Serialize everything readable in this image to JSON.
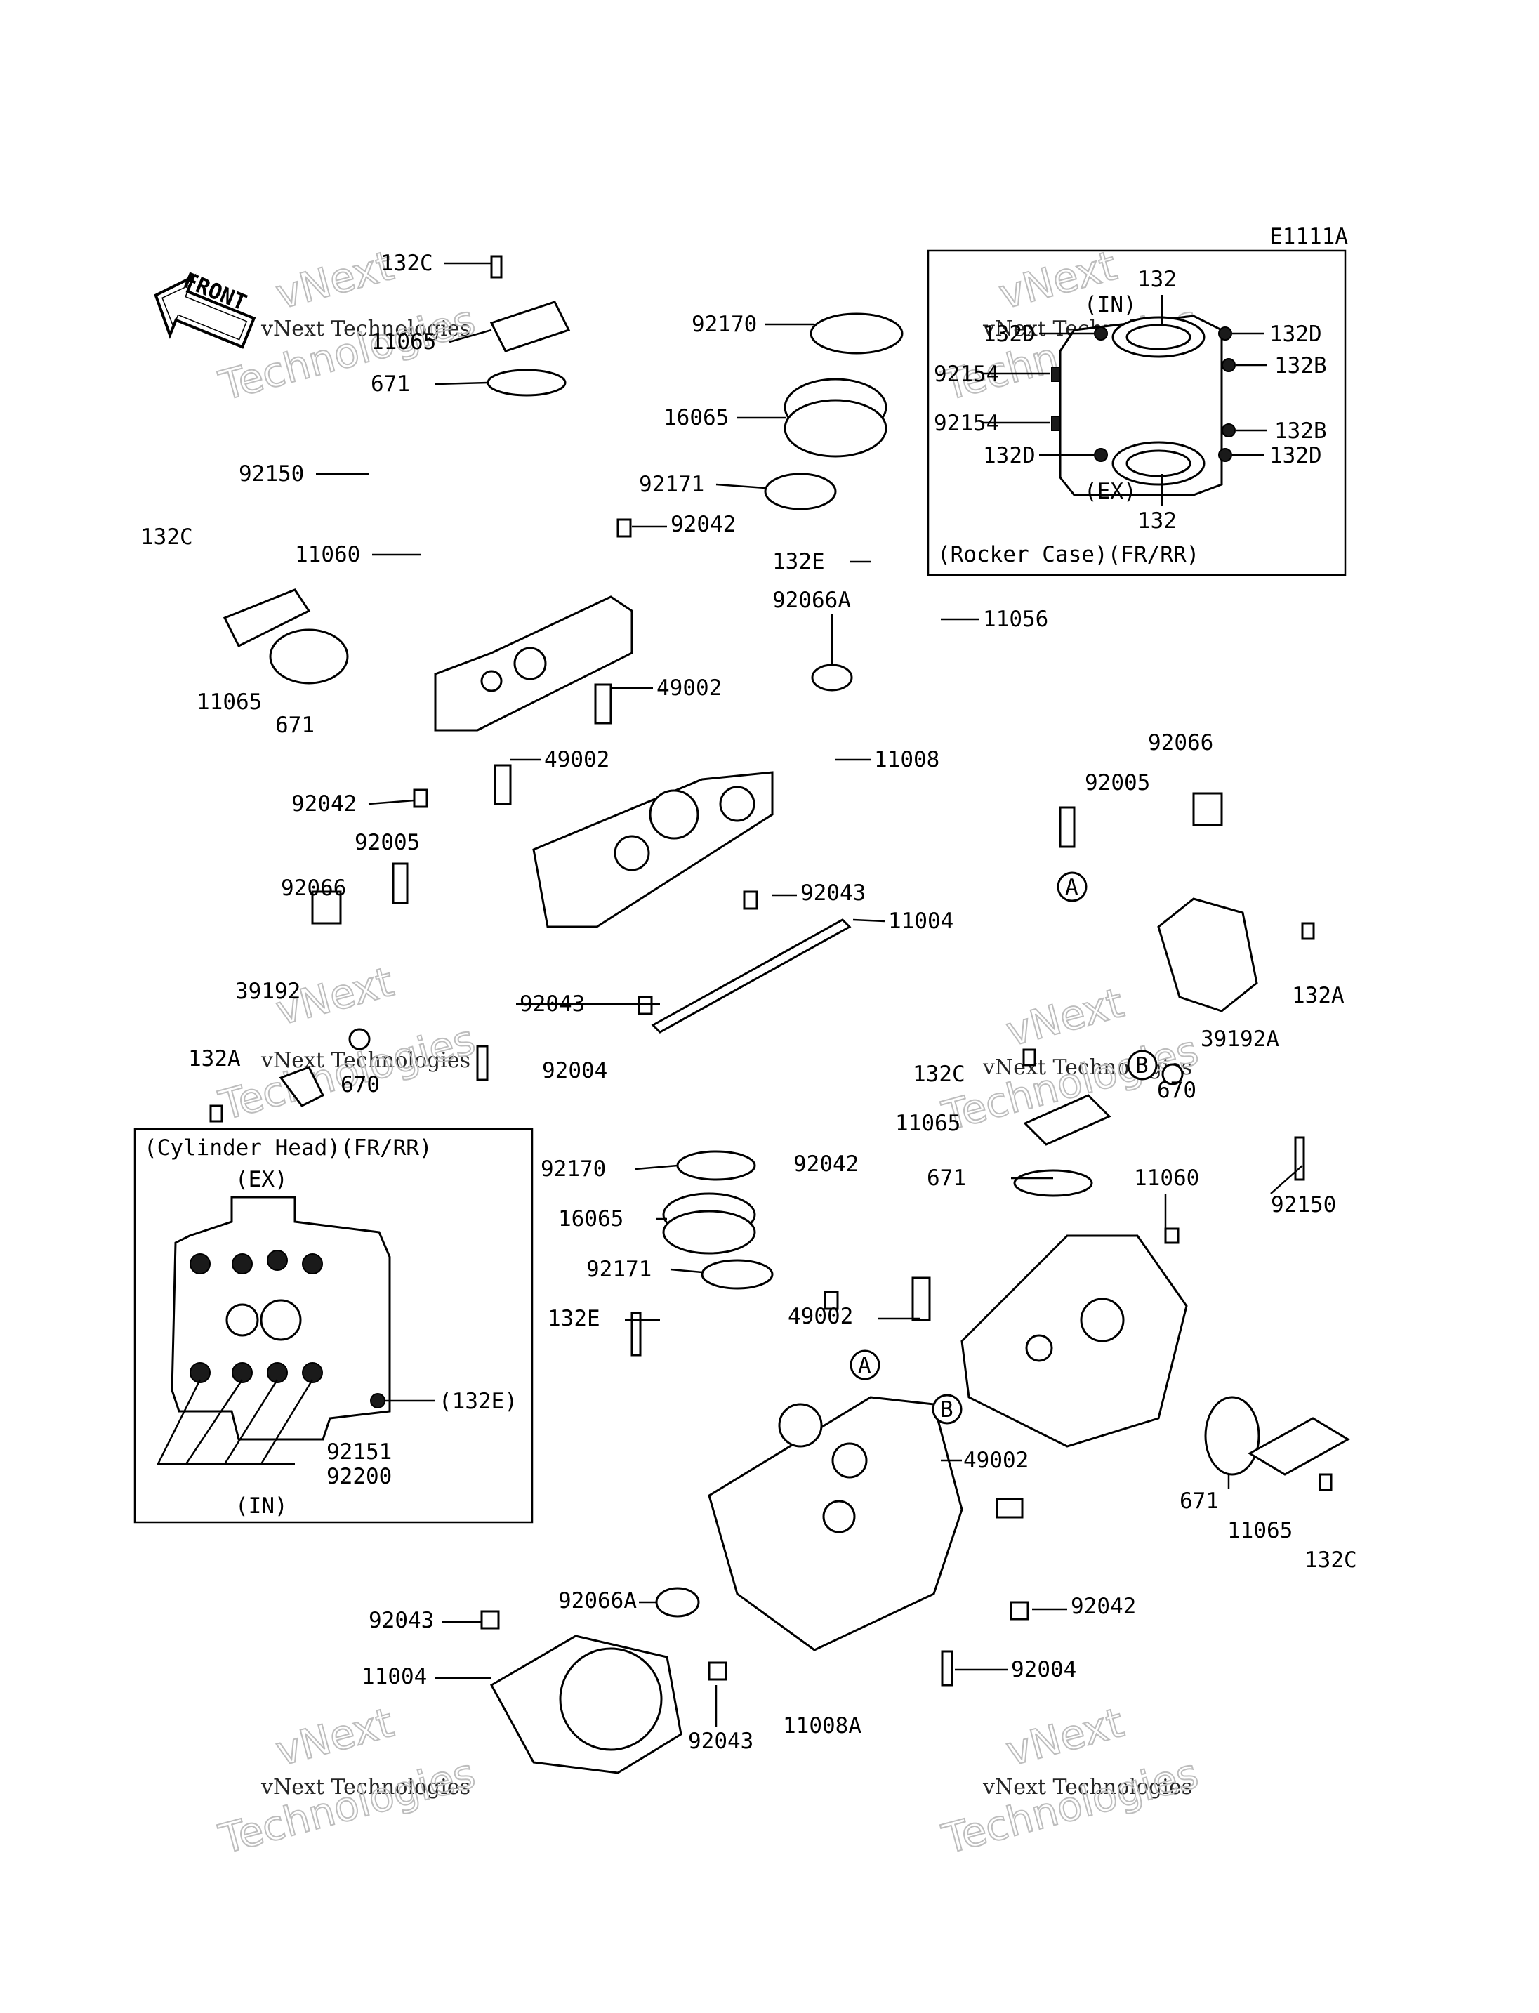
{
  "diagram_code": "E1111A",
  "front_label": "FRONT",
  "watermark_line1": "vNext",
  "watermark_line2": "vNext Technologies",
  "watermark_line3": "Technologies",
  "inset_rocker": {
    "title": "(Rocker Case)(FR/RR)",
    "in_label": "(IN)",
    "ex_label": "(EX)",
    "parts": [
      "132",
      "132D",
      "132D",
      "132B",
      "92154",
      "92154",
      "132B",
      "132D",
      "132D",
      "132"
    ]
  },
  "inset_head": {
    "title": "(Cylinder Head)(FR/RR)",
    "ex_label": "(EX)",
    "in_label": "(IN)",
    "parts": [
      "(132E)",
      "92151",
      "92200"
    ]
  },
  "callouts_top": [
    "132C",
    "11065",
    "671",
    "92170",
    "16065",
    "92171",
    "92150",
    "92042",
    "132C",
    "11060",
    "132E",
    "92066A",
    "11056",
    "11065",
    "671",
    "49002",
    "49002",
    "11008",
    "92042",
    "92066",
    "92005",
    "92005",
    "92066",
    "92043",
    "11004",
    "39192",
    "92043",
    "132A",
    "39192A",
    "132A",
    "92004",
    "670",
    "670"
  ],
  "callouts_bottom": [
    "132C",
    "11065",
    "92170",
    "92042",
    "671",
    "11060",
    "92150",
    "16065",
    "92171",
    "132E",
    "49002",
    "49002",
    "671",
    "11065",
    "132C",
    "92066A",
    "92042",
    "92043",
    "11004",
    "92004",
    "92043",
    "11008A"
  ],
  "ref_marks": [
    "A",
    "B",
    "A",
    "B"
  ]
}
